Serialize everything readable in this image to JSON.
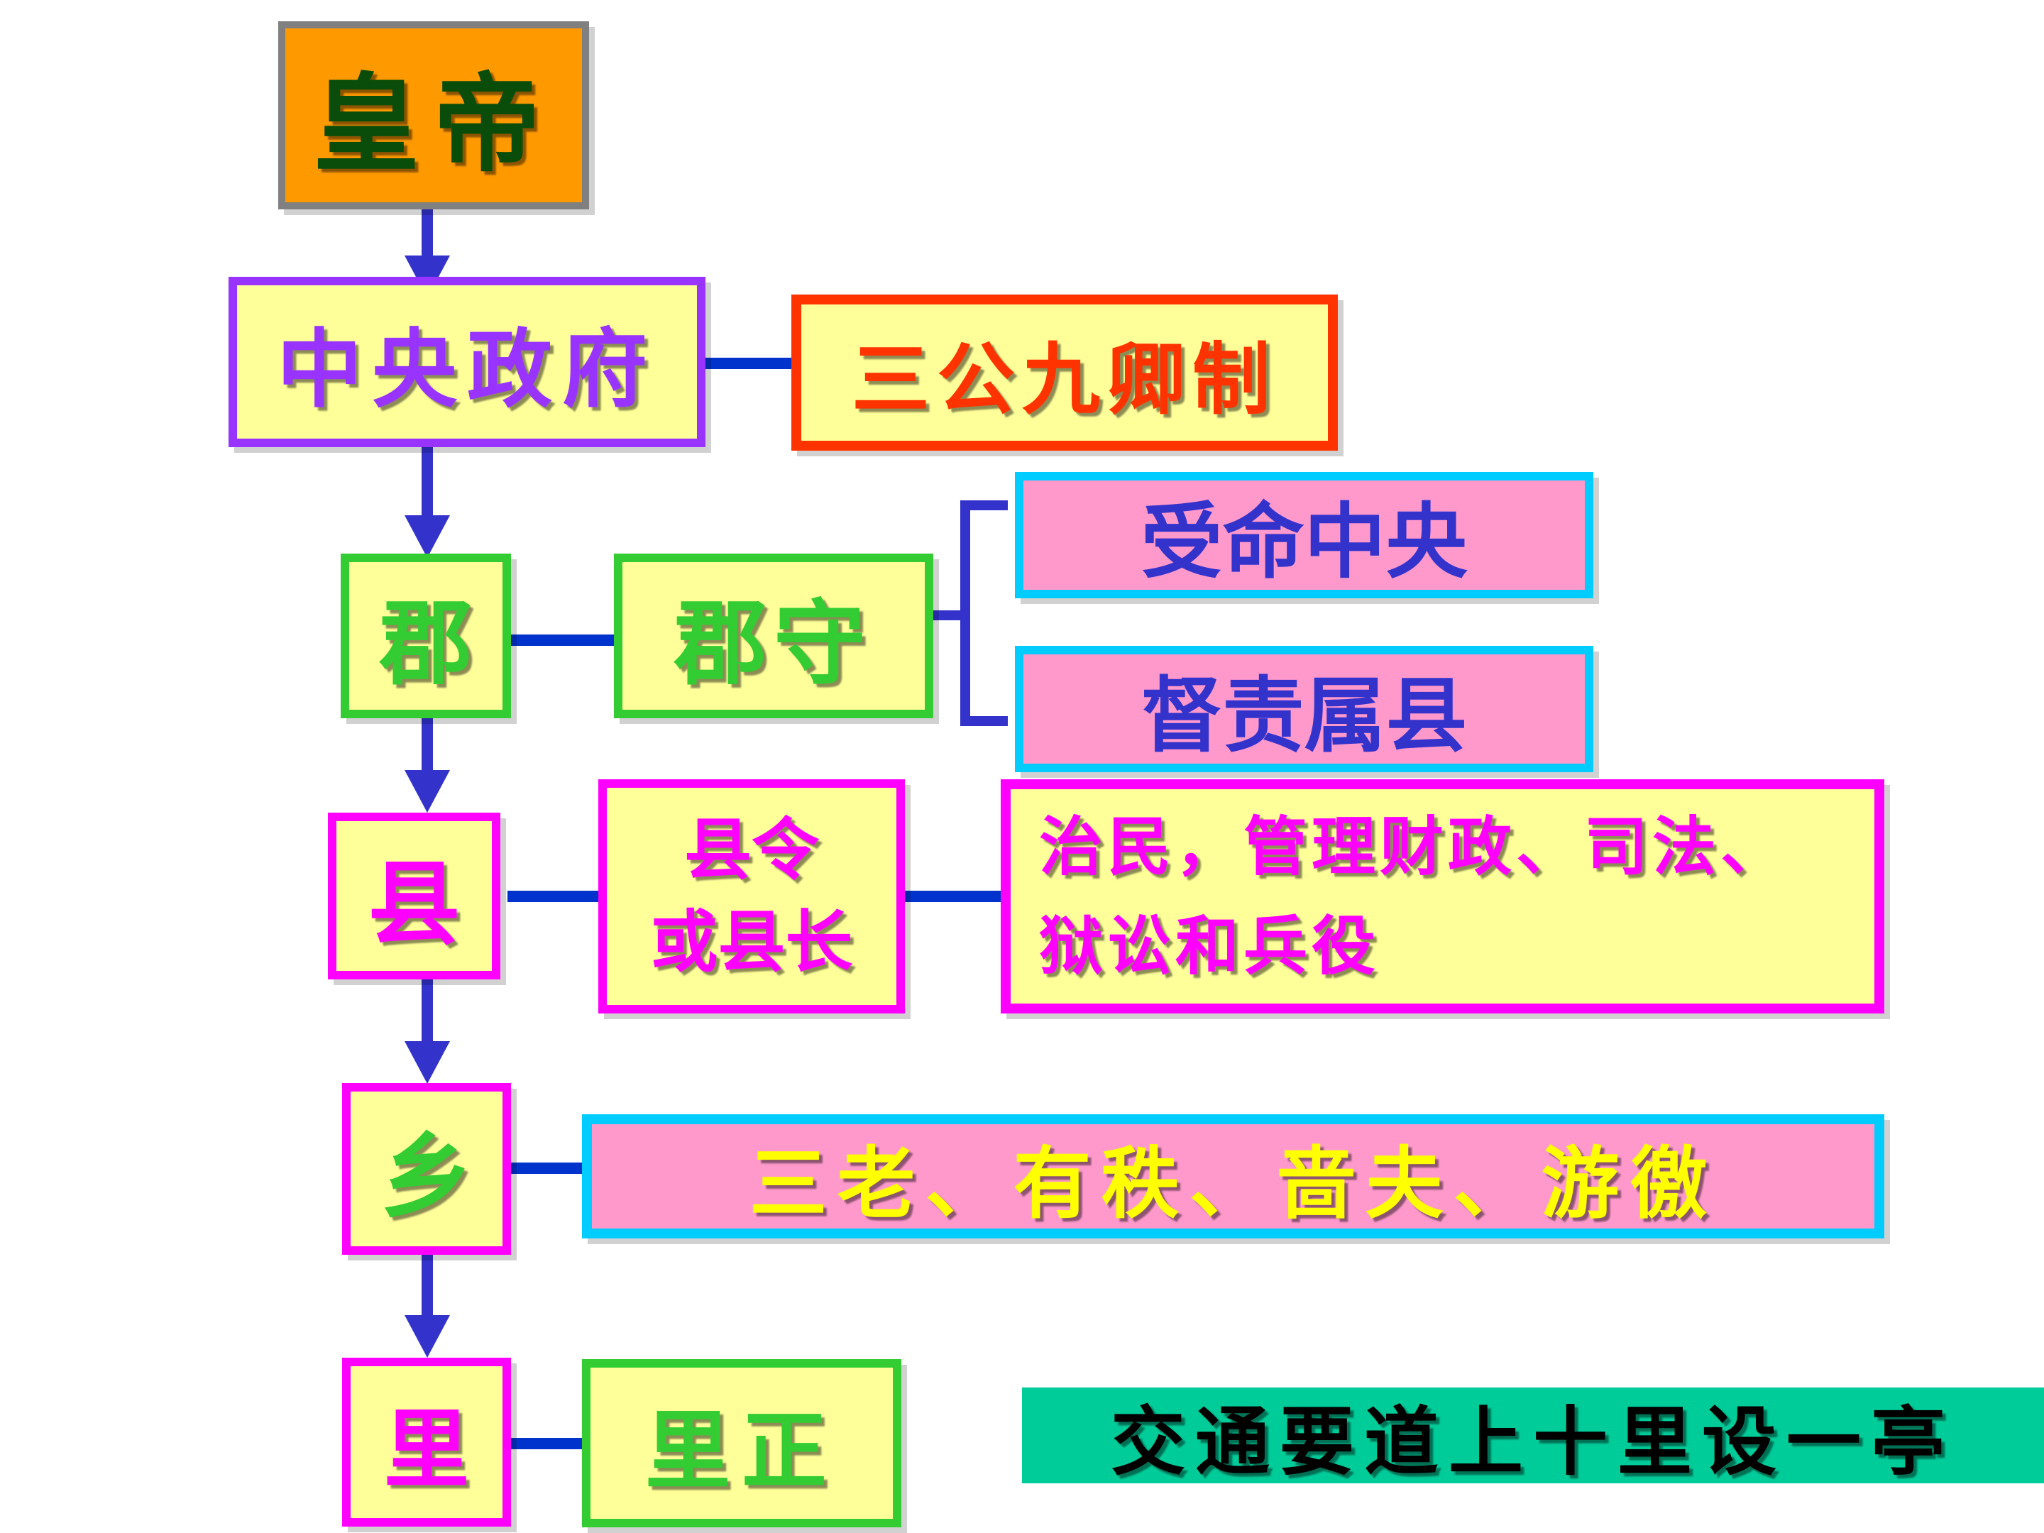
{
  "emperor": "皇帝",
  "central_gov": "中央政府",
  "three_lords": "三公九卿制",
  "commandery": "郡",
  "governor": "郡守",
  "duty_1": "受命中央",
  "duty_2": "督责属县",
  "county": "县",
  "magistrate_line1": "县令",
  "magistrate_line2": "或县长",
  "county_duties": "治民，管理财政、司法、狱讼和兵役",
  "township": "乡",
  "township_officials": "三老、有秩、啬夫、游徼",
  "village": "里",
  "village_head": "里正",
  "pavilion_note": "交通要道上十里设一亭",
  "colors": {
    "orange": "#ff9900",
    "purple": "#9933ff",
    "green": "#33cc33",
    "magenta": "#ff00ff",
    "cyan": "#00ccff",
    "red_orange": "#ff3300",
    "connector_blue": "#3333cc",
    "teal": "#00cc99"
  }
}
